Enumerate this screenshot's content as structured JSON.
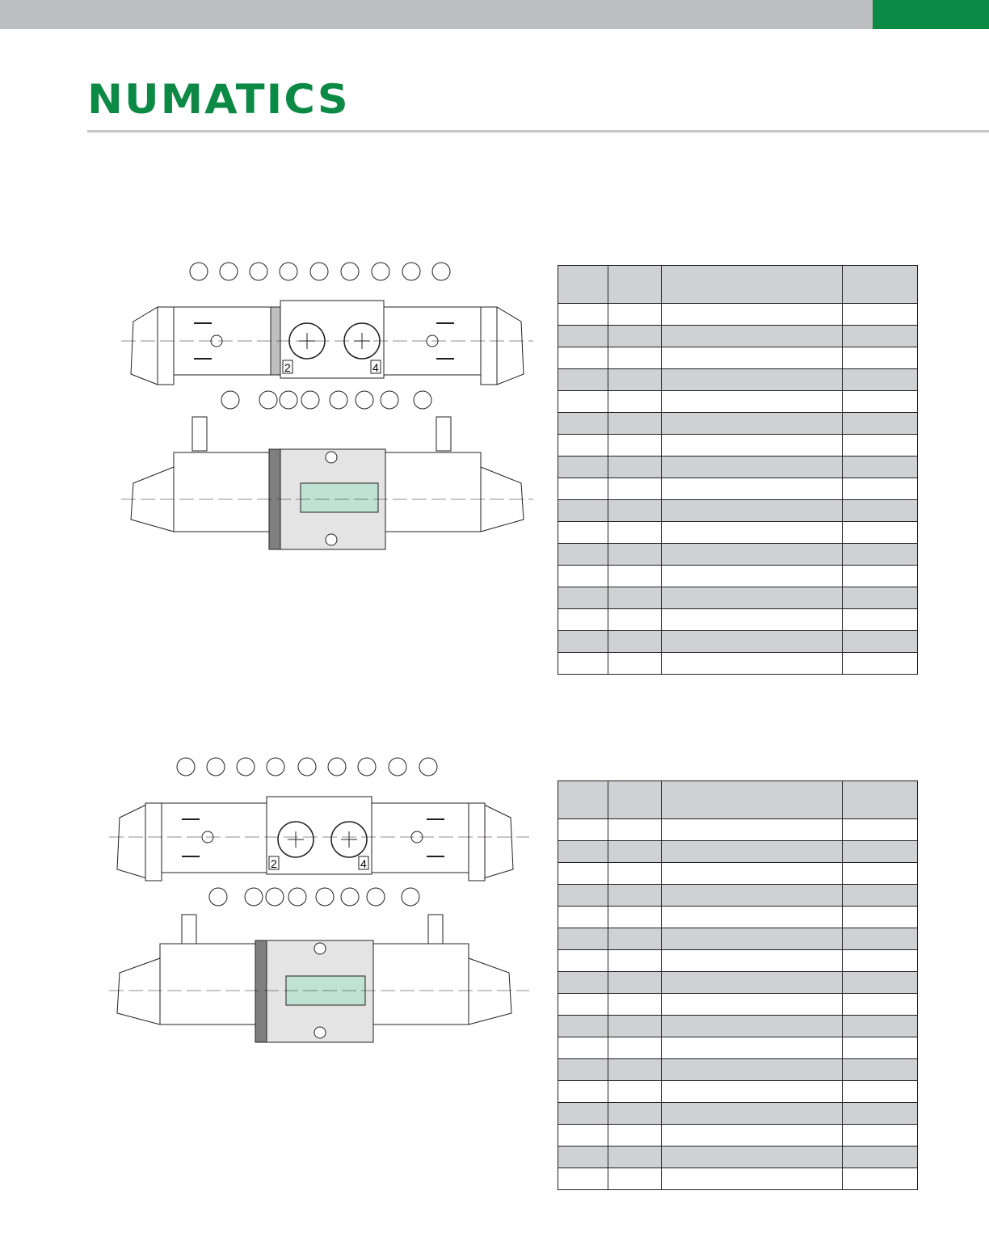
{
  "brand": {
    "name": "NUMATICS",
    "reg_mark": "®",
    "color": "#0c8a45",
    "bar_color": "#bdbec0"
  },
  "sections": [
    {
      "id": "valve-1",
      "diagram": {
        "port_labels": [
          "2",
          "4"
        ],
        "top_callouts": [
          "",
          "",
          "",
          "",
          "",
          "",
          "",
          "",
          ""
        ],
        "section_callouts": [
          "",
          "",
          "",
          "",
          "",
          "",
          "",
          ""
        ]
      },
      "table": {
        "headers": [
          "",
          "",
          "",
          ""
        ],
        "rows": [
          [
            "",
            "",
            "",
            ""
          ],
          [
            "",
            "",
            "",
            ""
          ],
          [
            "",
            "",
            "",
            ""
          ],
          [
            "",
            "",
            "",
            ""
          ],
          [
            "",
            "",
            "",
            ""
          ],
          [
            "",
            "",
            "",
            ""
          ],
          [
            "",
            "",
            "",
            ""
          ],
          [
            "",
            "",
            "",
            ""
          ],
          [
            "",
            "",
            "",
            ""
          ],
          [
            "",
            "",
            "",
            ""
          ],
          [
            "",
            "",
            "",
            ""
          ],
          [
            "",
            "",
            "",
            ""
          ],
          [
            "",
            "",
            "",
            ""
          ],
          [
            "",
            "",
            "",
            ""
          ],
          [
            "",
            "",
            "",
            ""
          ],
          [
            "",
            "",
            "",
            ""
          ],
          [
            "",
            "",
            "",
            ""
          ]
        ]
      }
    },
    {
      "id": "valve-2",
      "diagram": {
        "port_labels": [
          "2",
          "4"
        ],
        "top_callouts": [
          "",
          "",
          "",
          "",
          "",
          "",
          "",
          "",
          ""
        ],
        "section_callouts": [
          "",
          "",
          "",
          "",
          "",
          "",
          "",
          ""
        ]
      },
      "table": {
        "headers": [
          "",
          "",
          "",
          ""
        ],
        "rows": [
          [
            "",
            "",
            "",
            ""
          ],
          [
            "",
            "",
            "",
            ""
          ],
          [
            "",
            "",
            "",
            ""
          ],
          [
            "",
            "",
            "",
            ""
          ],
          [
            "",
            "",
            "",
            ""
          ],
          [
            "",
            "",
            "",
            ""
          ],
          [
            "",
            "",
            "",
            ""
          ],
          [
            "",
            "",
            "",
            ""
          ],
          [
            "",
            "",
            "",
            ""
          ],
          [
            "",
            "",
            "",
            ""
          ],
          [
            "",
            "",
            "",
            ""
          ],
          [
            "",
            "",
            "",
            ""
          ],
          [
            "",
            "",
            "",
            ""
          ],
          [
            "",
            "",
            "",
            ""
          ],
          [
            "",
            "",
            "",
            ""
          ],
          [
            "",
            "",
            "",
            ""
          ],
          [
            "",
            "",
            "",
            ""
          ]
        ]
      }
    }
  ]
}
